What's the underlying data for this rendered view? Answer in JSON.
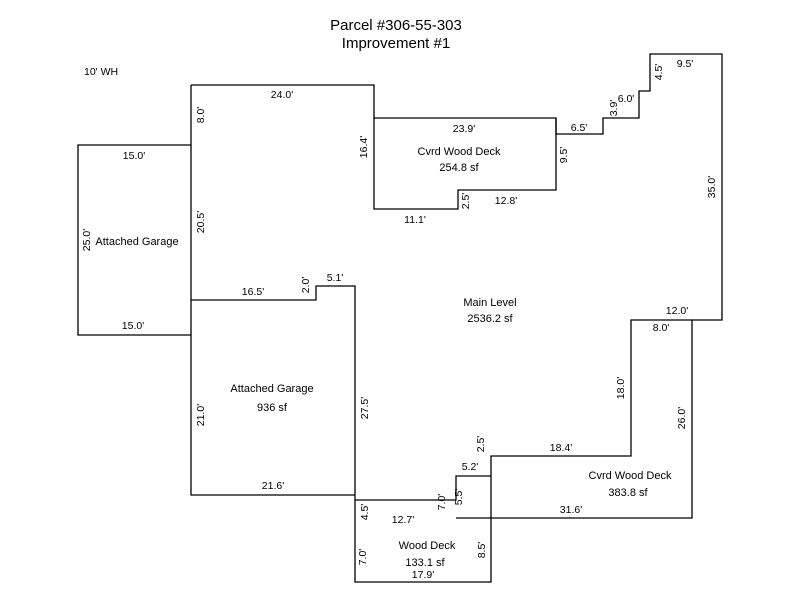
{
  "header": {
    "title_line1": "Parcel #306-55-303",
    "title_line2": "Improvement #1",
    "wall_height": "10' WH"
  },
  "areas": {
    "garage_upper": {
      "name": "Attached Garage"
    },
    "garage_lower": {
      "name": "Attached Garage",
      "size": "936 sf"
    },
    "main_level": {
      "name": "Main Level",
      "size": "2536.2 sf"
    },
    "deck_upper": {
      "name": "Cvrd Wood Deck",
      "size": "254.8 sf"
    },
    "deck_right": {
      "name": "Cvrd Wood Deck",
      "size": "383.8 sf"
    },
    "deck_bottom": {
      "name": "Wood Deck",
      "size": "133.1 sf"
    }
  },
  "dimensions": {
    "d_24_0": "24.0'",
    "d_8_0": "8.0'",
    "d_16_4": "16.4'",
    "d_23_9": "23.9'",
    "d_6_5": "6.5'",
    "d_9_5_left": "9.5'",
    "d_3_9": "3.9'",
    "d_6_0": "6.0'",
    "d_4_5_top": "4.5'",
    "d_9_5_top": "9.5'",
    "d_35_0": "35.0'",
    "d_15_0_top": "15.0'",
    "d_25_0": "25.0'",
    "d_20_5": "20.5'",
    "d_11_1": "11.1'",
    "d_2_5_deck": "2.5'",
    "d_12_8": "12.8'",
    "d_16_5": "16.5'",
    "d_2_0": "2.0'",
    "d_5_1": "5.1'",
    "d_15_0_bottom": "15.0'",
    "d_12_0": "12.0'",
    "d_8_0_right": "8.0'",
    "d_18_0": "18.0'",
    "d_26_0": "26.0'",
    "d_21_0": "21.0'",
    "d_27_5": "27.5'",
    "d_2_5_step": "2.5'",
    "d_18_4": "18.4'",
    "d_5_2": "5.2'",
    "d_5_5": "5.5'",
    "d_7_0_step": "7.0'",
    "d_31_6": "31.6'",
    "d_21_6": "21.6'",
    "d_4_5_bottom": "4.5'",
    "d_12_7": "12.7'",
    "d_7_0_deck": "7.0'",
    "d_8_5": "8.5'",
    "d_17_9": "17.9'"
  }
}
